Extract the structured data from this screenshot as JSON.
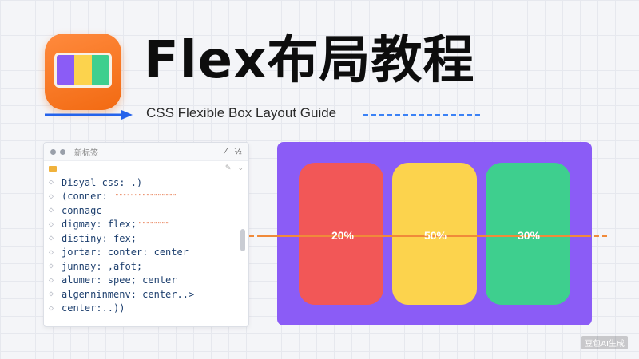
{
  "header": {
    "title": "Flex布局教程",
    "subtitle": "CSS Flexible Box Layout Guide"
  },
  "icon_colors": [
    "#8b5cf6",
    "#fcd34d",
    "#3ecf8e"
  ],
  "editor": {
    "title": "新标签",
    "top_actions": [
      "⁄",
      "½"
    ],
    "code_lines": [
      {
        "text": "Disyal css: .)",
        "tail": ""
      },
      {
        "text": "(conner: ",
        "tail": "\"\"\"\"\"\"\"\"\"\"\"\"\"\"\"\""
      },
      {
        "text": "connagc",
        "tail": ""
      },
      {
        "text": "digmay: flex;",
        "tail": "\"\"\"\"\"\"\"\""
      },
      {
        "text": "distiny: fex;",
        "tail": ""
      },
      {
        "text": "jortar: conter: center",
        "tail": ""
      },
      {
        "text": "junnay: ,afot;",
        "tail": ""
      },
      {
        "text": "alumer: spee; center",
        "tail": ""
      },
      {
        "text": "algenninmenv: center..>",
        "tail": ""
      },
      {
        "text": "center:..))",
        "tail": ""
      }
    ]
  },
  "flex_demo": {
    "background": "#8b5cf6",
    "items": [
      {
        "label": "20%",
        "color": "#f25757"
      },
      {
        "label": "50%",
        "color": "#fcd34d"
      },
      {
        "label": "30%",
        "color": "#3ecf8e"
      }
    ]
  },
  "watermark": "豆包AI生成"
}
